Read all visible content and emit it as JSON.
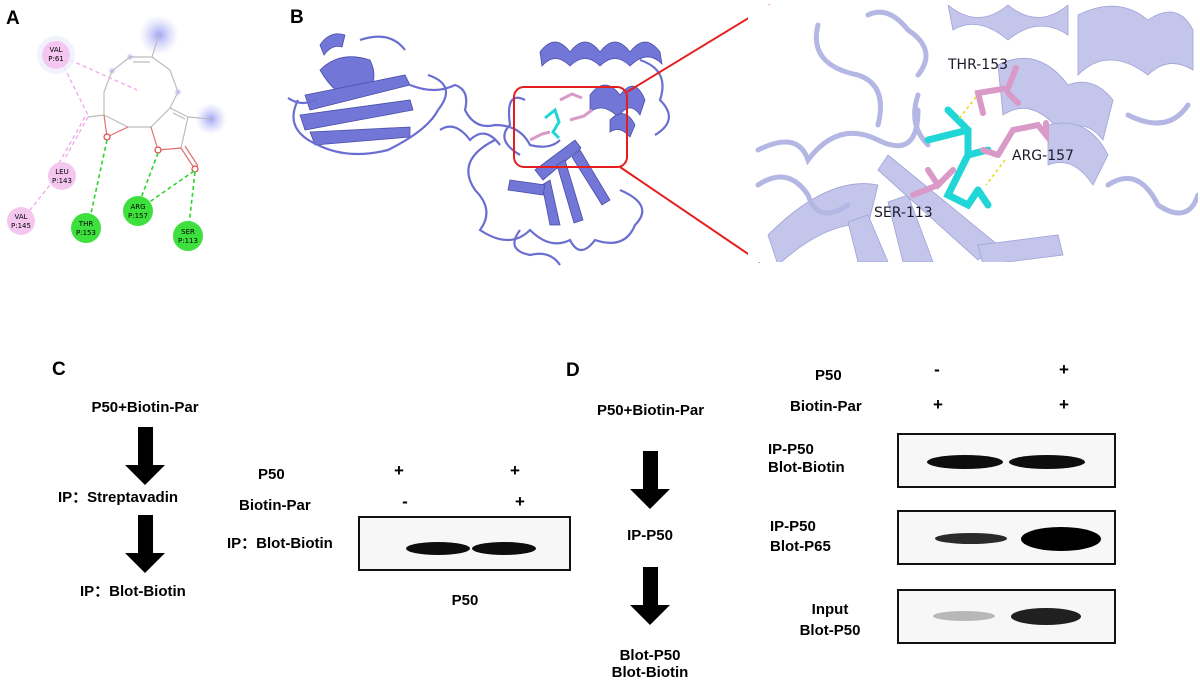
{
  "panels": {
    "A": {
      "label": "A",
      "residues": [
        {
          "name": "VAL",
          "pos": "P:61",
          "type": "hydrophobic"
        },
        {
          "name": "LEU",
          "pos": "P:143",
          "type": "hydrophobic"
        },
        {
          "name": "VAL",
          "pos": "P:145",
          "type": "hydrophobic"
        },
        {
          "name": "THR",
          "pos": "P:153",
          "type": "h-bond"
        },
        {
          "name": "ARG",
          "pos": "P:157",
          "type": "h-bond"
        },
        {
          "name": "SER",
          "pos": "P:113",
          "type": "h-bond"
        }
      ],
      "colors": {
        "hydrophobic": "#f4c6f0",
        "hbond": "#3ee03e",
        "hbond_line": "#2bd42b",
        "hydrophobic_line": "#f0a6ea",
        "atom_o": "#e04040"
      }
    },
    "B": {
      "label": "B",
      "zoom_labels": [
        "THR-153",
        "ARG-157",
        "SER-113"
      ],
      "colors": {
        "protein": "#6f6fd0",
        "protein_zoom": "#c3c5ea",
        "ligand": "#20d6d6",
        "residue": "#d99ac8",
        "highlight_box": "#e41e1e"
      }
    },
    "C": {
      "label": "C",
      "flow": [
        "P50+Biotin-Par",
        "IP：Streptavadin",
        "IP：Blot-Biotin"
      ],
      "blot": {
        "rows": [
          {
            "label": "P50",
            "lanes": [
              "+",
              "+"
            ]
          },
          {
            "label": "Biotin-Par",
            "lanes": [
              "-",
              "+"
            ]
          }
        ],
        "blot_label": "IP：Blot-Biotin",
        "caption": "P50"
      }
    },
    "D": {
      "label": "D",
      "flow": [
        "P50+Biotin-Par",
        "IP-P50",
        "Blot-P50",
        "Blot-Biotin"
      ],
      "conditions": [
        {
          "label": "P50",
          "lanes": [
            "-",
            "+"
          ]
        },
        {
          "label": "Biotin-Par",
          "lanes": [
            "+",
            "+"
          ]
        }
      ],
      "blots": [
        {
          "line1": "IP-P50",
          "line2": "Blot-Biotin"
        },
        {
          "line1": "IP-P50",
          "line2": "Blot-P65"
        },
        {
          "line1": "Input",
          "line2": "Blot-P50"
        }
      ]
    }
  }
}
